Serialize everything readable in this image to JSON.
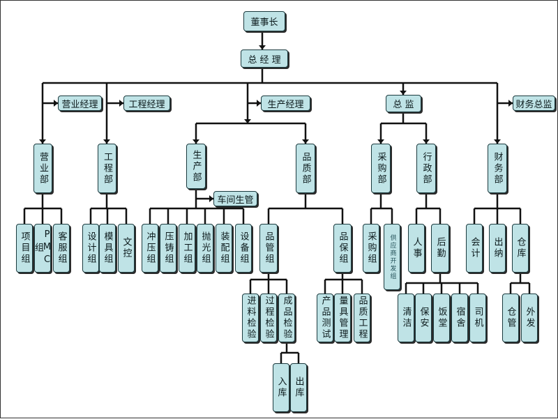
{
  "nodes": {
    "chairman": "董事长",
    "gm": "总 经 理",
    "sales_manager": "营业经理",
    "eng_manager": "工程经理",
    "prod_manager": "生产经理",
    "director": "总 监",
    "finance_director": "财务总监",
    "sales_dept": "营业部",
    "eng_dept": "工程部",
    "prod_dept": "生产部",
    "quality_dept": "品质部",
    "purchase_dept": "采购部",
    "admin_dept": "行政部",
    "finance_dept": "财务部",
    "workshop_mgr": "车间生管",
    "project_group": "项目组",
    "pmc_group": "PMC组",
    "service_group": "客服组",
    "design_group": "设计组",
    "mold_group": "模具组",
    "doc_control": "文控",
    "stamping_group": "冲压组",
    "diecast_group": "压铸组",
    "machining_group": "加工组",
    "polishing_group": "抛光组",
    "assembly_group": "装配组",
    "equipment_group": "设备组",
    "qc_group": "品管组",
    "qa_group": "品保组",
    "purchase_group": "采购组",
    "supplier_dev_group": "供应商开发组",
    "hr": "人事",
    "logistics": "后勤",
    "accounting": "会计",
    "cashier": "出纳",
    "warehouse": "仓库",
    "incoming_inspection": "进料检验",
    "process_inspection": "过程检验",
    "final_inspection": "成品检验",
    "product_testing": "产品测试",
    "gauge_mgmt": "量具管理",
    "quality_eng": "品质工程",
    "cleaning": "清洁",
    "security": "保安",
    "canteen": "饭堂",
    "dormitory": "宿舍",
    "driver": "司机",
    "storekeeper": "仓管",
    "outbound_delivery": "外发",
    "stock_in": "入库",
    "stock_out": "出库"
  }
}
